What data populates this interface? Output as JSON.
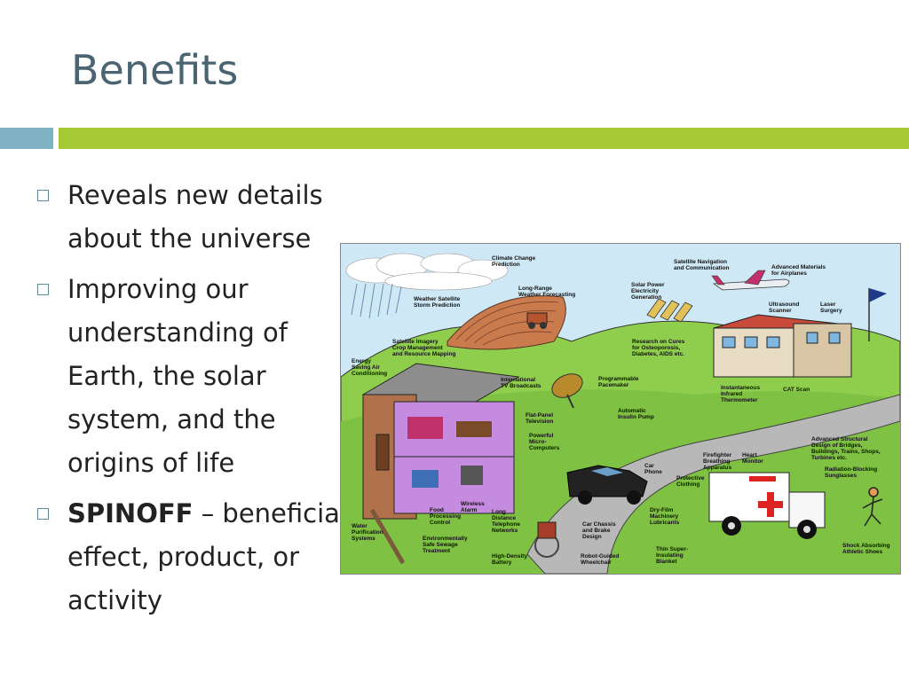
{
  "title": "Benefits",
  "bullets": [
    {
      "text": "Reveals new details about the universe"
    },
    {
      "text": "Improving our understanding of Earth, the solar system, and the origins of life"
    },
    {
      "bold": "SPINOFF",
      "text": " – beneficial effect, product, or activity"
    }
  ],
  "colors": {
    "title": "#4a6472",
    "accent_teal": "#7fb3c4",
    "accent_green": "#a5c934"
  },
  "illustration": {
    "labels": {
      "climate": [
        "Climate Change",
        "Prediction"
      ],
      "satnav": [
        "Satellite Navigation",
        "and Communication"
      ],
      "materials": [
        "Advanced Materials",
        "for Airplanes"
      ],
      "weather_sat": [
        "Weather Satellite",
        "Storm Prediction"
      ],
      "long_range": [
        "Long-Range",
        "Weather Forecasting"
      ],
      "solar": [
        "Solar Power",
        "Electricity",
        "Generation"
      ],
      "ultrasound": [
        "Ultrasound",
        "Scanner"
      ],
      "laser": [
        "Laser",
        "Surgery"
      ],
      "imagery": [
        "Satellite Imagery",
        "Crop Management",
        "and Resource Mapping"
      ],
      "energy": [
        "Energy",
        "Saving Air",
        "Conditioning"
      ],
      "cures": [
        "Research on Cures",
        "for Osteoporosis,",
        "Diabetes, AIDS etc."
      ],
      "tv": [
        "International",
        "TV Broadcasts"
      ],
      "pacemaker": [
        "Programmable",
        "Pacemaker"
      ],
      "thermometer": [
        "Instantaneous",
        "Infrared",
        "Thermometer"
      ],
      "cat": [
        "CAT Scan"
      ],
      "flatpanel": [
        "Flat-Panel",
        "Television"
      ],
      "insulin": [
        "Automatic",
        "Insulin Pump"
      ],
      "structural": [
        "Advanced Structural",
        "Design of Bridges,",
        "Buildings, Trains, Shops,",
        "Turbines etc."
      ],
      "computers": [
        "Powerful",
        "Micro-",
        "Computers"
      ],
      "carphone": [
        "Car",
        "Phone"
      ],
      "firefighter": [
        "Firefighter",
        "Breathing",
        "Apparatus"
      ],
      "heart": [
        "Heart",
        "Monitor"
      ],
      "protective": [
        "Protective",
        "Clothing"
      ],
      "sunglasses": [
        "Radiation-Blocking",
        "Sunglasses"
      ],
      "alarm": [
        "Wireless",
        "Alarm"
      ],
      "food": [
        "Food",
        "Processing",
        "Control"
      ],
      "telephone": [
        "Long",
        "Distance",
        "Telephone",
        "Networks"
      ],
      "chassis": [
        "Car Chassis",
        "and Brake",
        "Design"
      ],
      "dryfilm": [
        "Dry-Film",
        "Machinery",
        "Lubricants"
      ],
      "water": [
        "Water",
        "Purification",
        "Systems"
      ],
      "sewage": [
        "Environmentally",
        "Safe Sewage",
        "Treatment"
      ],
      "battery": [
        "High-Density",
        "Battery"
      ],
      "wheelchair": [
        "Robot-Guided",
        "Wheelchair"
      ],
      "blanket": [
        "Thin Super-",
        "Insulating",
        "Blanket"
      ],
      "shoes": [
        "Shock Absorbing",
        "Athletic Shoes"
      ]
    }
  }
}
